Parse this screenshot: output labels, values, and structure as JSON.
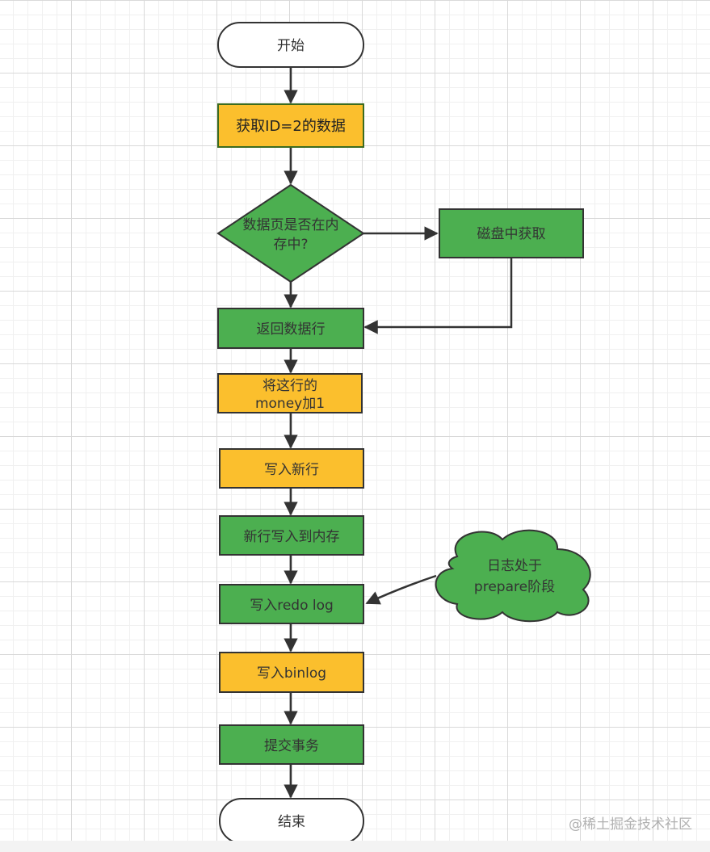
{
  "nodes": {
    "start": "开始",
    "get_data": "获取ID=2的数据",
    "decision_line1": "数据页是否在内",
    "decision_line2": "存中?",
    "disk_fetch": "磁盘中获取",
    "return_row": "返回数据行",
    "add_line1": "将这行的",
    "add_line2": "money加1",
    "write_row": "写入新行",
    "write_memory": "新行写入到内存",
    "write_redo": "写入redo log",
    "write_binlog": "写入binlog",
    "commit": "提交事务",
    "end": "结束"
  },
  "note": {
    "line1": "日志处于",
    "line2": "prepare阶段"
  },
  "watermark": "@稀土掘金技术社区",
  "colors": {
    "green_fill": "#4caf50",
    "yellow_fill": "#fbbf2d",
    "border": "#333333",
    "start_end_fill": "#ffffff"
  }
}
